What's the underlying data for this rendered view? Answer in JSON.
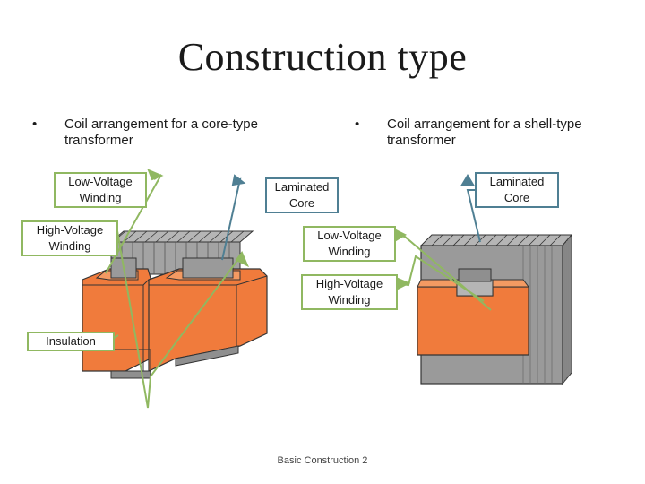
{
  "title": "Construction type",
  "bullets": [
    {
      "marker": "•",
      "text": "Coil arrangement for a core-type transformer"
    },
    {
      "marker": "•",
      "text": "Coil arrangement for a shell-type transformer"
    }
  ],
  "labels": {
    "core_low_voltage": "Low-Voltage Winding",
    "core_high_voltage": "High-Voltage Winding",
    "laminated_core_center": "Laminated Core",
    "laminated_core_right": "Laminated Core",
    "shell_low_voltage": "Low-Voltage Winding",
    "shell_high_voltage": "High-Voltage Winding",
    "insulation": "Insulation"
  },
  "footer": "Basic Construction 2",
  "colors": {
    "winding": "#f07b3c",
    "core": "#9a9a9a",
    "arrow_green": "#90b861",
    "arrow_teal": "#4f7f93"
  }
}
